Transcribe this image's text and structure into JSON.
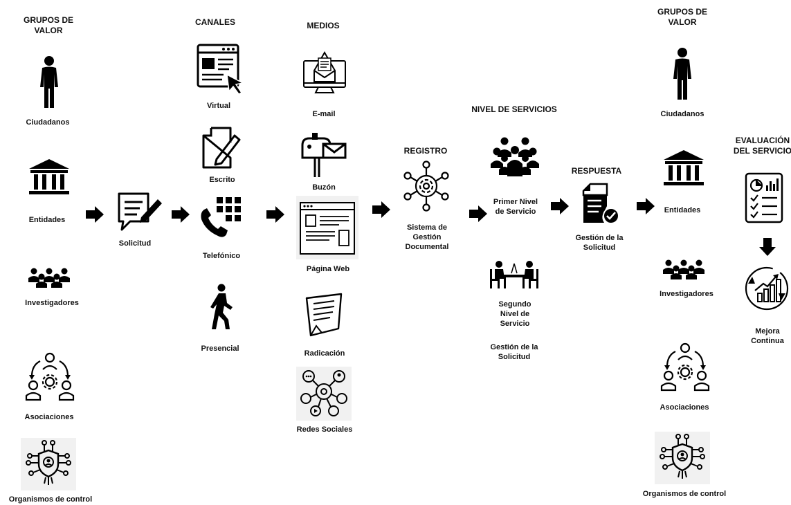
{
  "headers": {
    "grupos_left": [
      "GRUPOS DE",
      "VALOR"
    ],
    "canales": "CANALES",
    "medios": "MEDIOS",
    "registro": "REGISTRO",
    "nivel": "NIVEL DE SERVICIOS",
    "respuesta": "RESPUESTA",
    "grupos_right": [
      "GRUPOS DE",
      "VALOR"
    ],
    "evaluacion": [
      "EVALUACIÓN",
      "DEL SERVICIO"
    ]
  },
  "groups_left": {
    "ciudadanos": "Ciudadanos",
    "entidades": "Entidades",
    "investigadores": "Investigadores",
    "asociaciones": "Asociaciones",
    "organismos": "Organismos de control"
  },
  "solicitud": "Solicitud",
  "canales": {
    "virtual": "Virtual",
    "escrito": "Escrito",
    "telefonico": "Telefónico",
    "presencial": "Presencial"
  },
  "medios": {
    "email": "E-mail",
    "buzon": "Buzón",
    "pagina_web": "Página Web",
    "radicacion": "Radicación",
    "redes": "Redes Sociales"
  },
  "registro": [
    "Sistema de",
    "Gestión",
    "Documental"
  ],
  "nivel": {
    "primer": [
      "Primer Nivel",
      "de Servicio"
    ],
    "segundo": [
      "Segundo",
      "Nivel de",
      "Servicio"
    ],
    "gestion": [
      "Gestión de la",
      "Solicitud"
    ]
  },
  "respuesta": [
    "Gestión de la",
    "Solicitud"
  ],
  "groups_right": {
    "ciudadanos": "Ciudadanos",
    "entidades": "Entidades",
    "investigadores": "Investigadores",
    "asociaciones": "Asociaciones",
    "organismos": "Organismos de control"
  },
  "mejora": [
    "Mejora",
    "Continua"
  ]
}
